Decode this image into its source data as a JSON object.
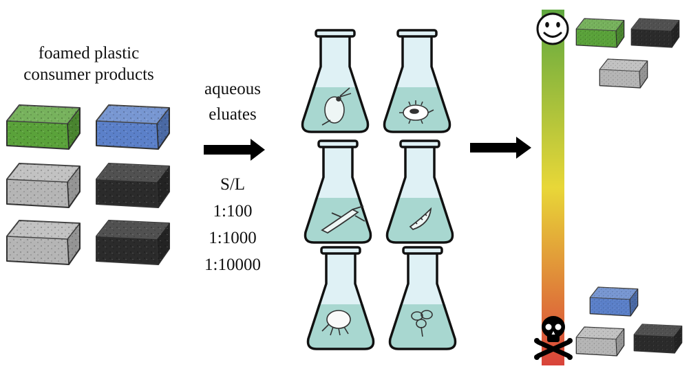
{
  "left_label": {
    "line1": "foamed plastic",
    "line2": "consumer products"
  },
  "process_label": {
    "line1": "aqueous",
    "line2": "eluates"
  },
  "ratios": {
    "heading": "S/L",
    "values": [
      "1:100",
      "1:1000",
      "1:10000"
    ]
  },
  "colors": {
    "green": "#5aa23a",
    "blue": "#5b80c9",
    "grey": "#b5b5b5",
    "black": "#2b2b2b",
    "flask_liquid": "#a8d7d0",
    "flask_glass": "#dff1f5",
    "scale_top": "#5fa83f",
    "scale_mid": "#e8d738",
    "scale_bottom": "#d9433a"
  },
  "icons": {
    "top_of_scale": "smiley-icon",
    "bottom_of_scale": "skull-crossbones-icon",
    "test_organisms": [
      "daphnia-icon",
      "bacterium-icon",
      "shrimp-icon",
      "algae-icon",
      "crab-larva-icon",
      "duckweed-icon"
    ]
  }
}
